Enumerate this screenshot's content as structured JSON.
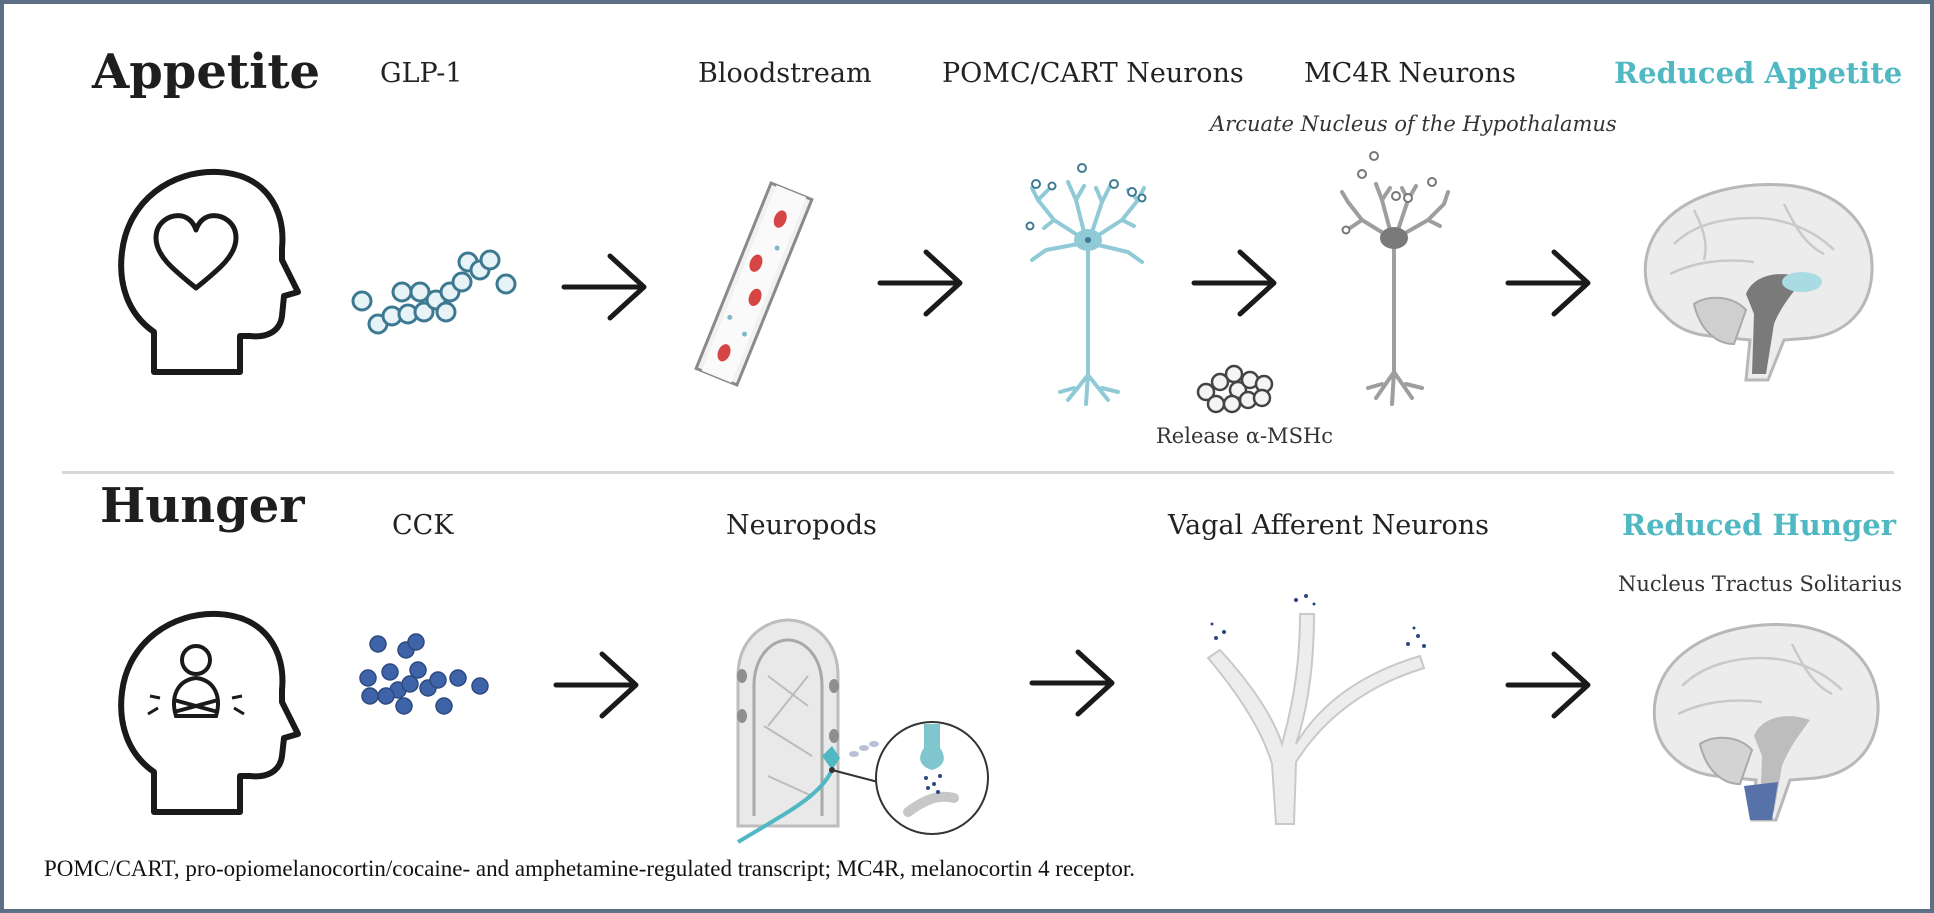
{
  "appetite": {
    "title": "Appetite",
    "steps": [
      "GLP-1",
      "Bloodstream",
      "POMC/CART Neurons",
      "MC4R Neurons"
    ],
    "outcome": "Reduced Appetite",
    "region": "Arcuate Nucleus of the Hypothalamus",
    "release": "Release α-MSHc"
  },
  "hunger": {
    "title": "Hunger",
    "steps": [
      "CCK",
      "Neuropods",
      "Vagal Afferent Neurons"
    ],
    "outcome": "Reduced Hunger",
    "region": "Nucleus Tractus Solitarius"
  },
  "footnote": "POMC/CART, pro-opiomelanocortin/cocaine- and amphetamine-regulated transcript; MC4R, melanocortin 4 receptor.",
  "colors": {
    "accent_teal": "#4fb8c2",
    "glp_outline": "#3d7a92",
    "cck_fill": "#3f63a8",
    "border": "#5b6f85"
  },
  "icons": [
    "head-heart-icon",
    "head-hunger-icon",
    "arrow-right-icon",
    "blood-vessel-icon",
    "neuron-icon",
    "brain-icon",
    "neuropod-icon",
    "vagal-neuron-icon"
  ]
}
